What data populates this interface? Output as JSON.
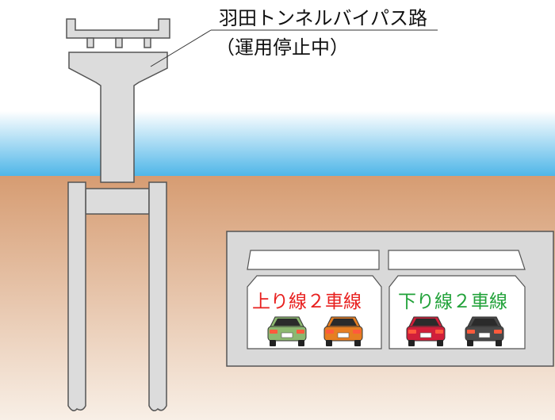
{
  "callout": {
    "title": "羽田トンネルバイパス路",
    "subtitle": "（運用停止中）"
  },
  "tunnel": {
    "left_bore": {
      "label": "上り線２車線",
      "label_color": "#e8201f"
    },
    "right_bore": {
      "label": "下り線２車線",
      "label_color": "#22a23a"
    }
  },
  "colors": {
    "water_top": "#ffffff",
    "water_bottom": "#4fb6e8",
    "ground_top": "#d69c72",
    "ground_bottom": "#f8efe6",
    "concrete": "#dcdcdc",
    "outline": "#555555"
  },
  "cars": [
    {
      "name": "car-green",
      "color": "#8cb870"
    },
    {
      "name": "car-orange",
      "color": "#e67e22"
    },
    {
      "name": "car-red",
      "color": "#d11f3a"
    },
    {
      "name": "car-gray",
      "color": "#4a4a4a"
    }
  ]
}
